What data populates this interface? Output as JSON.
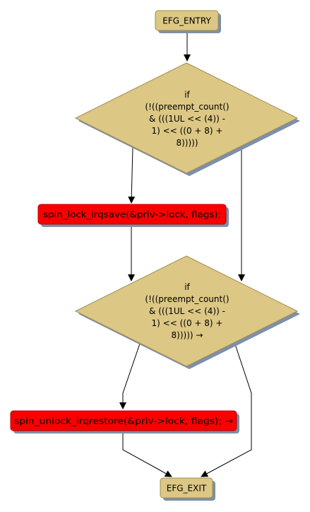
{
  "colors": {
    "terminal_fill": "#dcc784",
    "decision_fill": "#dcc784",
    "call_fill": "#fa0000",
    "shadow": "#7d8fa9",
    "edge": "#000000"
  },
  "nodes": {
    "entry": {
      "label": "EFG_ENTRY",
      "shape": "rounded-rect"
    },
    "decision1": {
      "shape": "diamond",
      "lines": [
        "if",
        "(!((preempt_count()",
        "& (((1UL << (4)) -",
        "1) << ((0 + 8) +",
        "8)))))"
      ]
    },
    "lock": {
      "label": "spin_lock_irqsave(&priv->lock, flags);",
      "shape": "rounded-rect"
    },
    "decision2": {
      "shape": "diamond",
      "lines": [
        "if",
        "(!((preempt_count()",
        "& (((1UL << (4)) -",
        "1) << ((0 + 8) +",
        "8))))) →"
      ]
    },
    "unlock": {
      "label": "spin_unlock_irqrestore(&priv->lock, flags); →",
      "shape": "rounded-rect"
    },
    "exit": {
      "label": "EFG_EXIT",
      "shape": "rounded-rect"
    }
  },
  "edges": [
    {
      "from": "entry",
      "to": "decision1"
    },
    {
      "from": "decision1",
      "to": "lock"
    },
    {
      "from": "decision1",
      "to": "decision2"
    },
    {
      "from": "lock",
      "to": "decision2"
    },
    {
      "from": "decision2",
      "to": "unlock"
    },
    {
      "from": "decision2",
      "to": "exit"
    },
    {
      "from": "unlock",
      "to": "exit"
    }
  ]
}
